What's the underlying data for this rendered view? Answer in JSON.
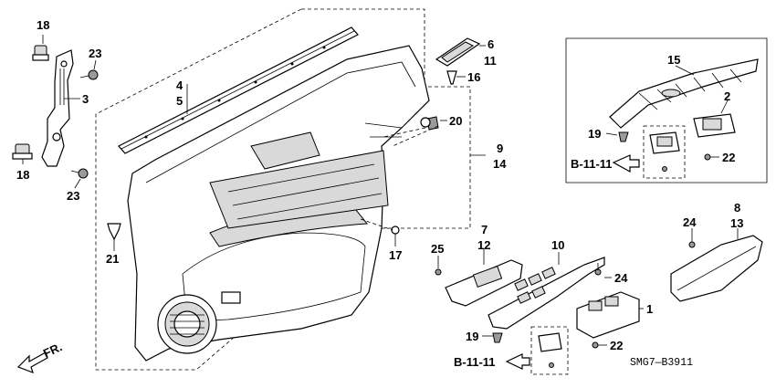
{
  "callouts": {
    "c1": "1",
    "c2": "2",
    "c3": "3",
    "c4": "4",
    "c5": "5",
    "c6": "6",
    "c7": "7",
    "c8": "8",
    "c9": "9",
    "c10": "10",
    "c11": "11",
    "c12": "12",
    "c13": "13",
    "c14": "14",
    "c15": "15",
    "c16": "16",
    "c17": "17",
    "c18a": "18",
    "c18b": "18",
    "c19a": "19",
    "c19b": "19",
    "c20": "20",
    "c21": "21",
    "c22a": "22",
    "c22b": "22",
    "c23a": "23",
    "c23b": "23",
    "c24a": "24",
    "c24b": "24",
    "c25": "25"
  },
  "references": {
    "ref_upper": "B-11-11",
    "ref_lower": "B-11-11"
  },
  "direction_label": "FR.",
  "diagram_code": "SMG7—B3911"
}
